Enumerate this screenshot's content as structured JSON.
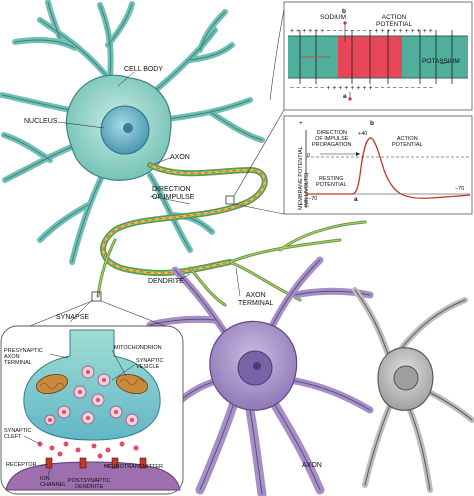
{
  "labels": {
    "cell_body": "CELL BODY",
    "nucleus": "NUCLEUS",
    "axon_top": "AXON",
    "direction_impulse_1": "DIRECTION",
    "direction_impulse_2": "OF IMPULSE",
    "synapse": "SYNAPSE",
    "dendrite": "DENDRITE",
    "axon_terminal_1": "AXON",
    "axon_terminal_2": "TERMINAL",
    "axon_bottom": "AXON"
  },
  "membrane_inset": {
    "sodium": "SODIUM",
    "action_potential_1": "ACTION",
    "action_potential_2": "POTENTIAL",
    "potassium": "POTASSIUM",
    "marker_a": "a",
    "marker_b": "b"
  },
  "potential_graph": {
    "ylabel_1": "MEMBRANE POTENTIAL",
    "ylabel_2": "(MILLIVOLTS)",
    "plus": "+",
    "minus": "−",
    "zero": "0",
    "plus40": "+40",
    "minus70_left": "−70",
    "minus70_right": "−70",
    "direction_1": "DIRECTION",
    "direction_2": "OF IMPULSE",
    "direction_3": "PROPAGATION",
    "action_1": "ACTION",
    "action_2": "POTENTIAL",
    "resting_1": "RESTING",
    "resting_2": "POTENTIAL",
    "marker_a": "a",
    "marker_b": "b"
  },
  "synapse_inset": {
    "presynaptic_1": "PRESYNAPTIC",
    "presynaptic_2": "AXON",
    "presynaptic_3": "TERMINAL",
    "mitochondrion": "MITOCHONDRION",
    "vesicle_1": "SYNAPTIC",
    "vesicle_2": "VESICLE",
    "cleft_1": "SYNAPTIC",
    "cleft_2": "CLEFT",
    "receptor": "RECEPTOR",
    "ion_channel_1": "ION",
    "ion_channel_2": "CHANNEL",
    "neurotransmitter": "NEUROTRANSMITTER",
    "postsynaptic_1": "POSTSYNAPTIC",
    "postsynaptic_2": "DENDRITE"
  },
  "colors": {
    "teal_neuron": "#8ecfc4",
    "purple_neuron": "#a58fc4",
    "gray_neuron": "#bdbdbd",
    "membrane_band": "#4fae9c",
    "action_region": "#e8475a",
    "synapse_terminal": "#7ccfc1",
    "postsynaptic": "#9d6fae",
    "neurotransmitter": "#e84a66",
    "axon_wire_green": "#4f9e5a",
    "axon_wire_yellow": "#e1c44c"
  }
}
